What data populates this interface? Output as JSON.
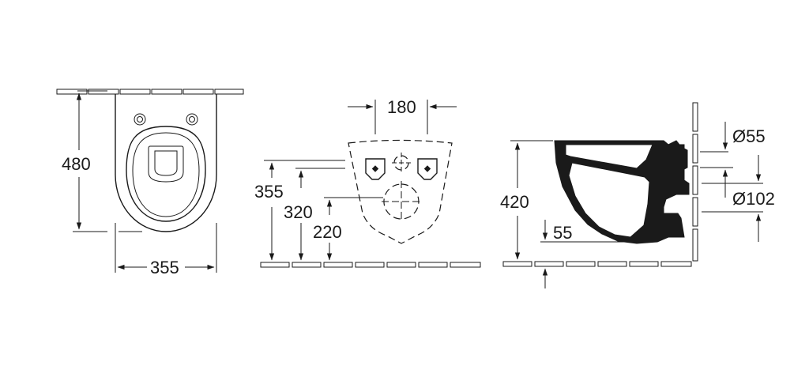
{
  "dimensions": {
    "top_view_depth": "480",
    "top_view_width": "355",
    "front_hole_spacing": "180",
    "front_height_upper": "355",
    "front_height_mid": "320",
    "front_height_lower": "220",
    "side_rim_height": "420",
    "side_outlet_height": "55",
    "side_inlet_diameter": "Ø55",
    "side_outlet_diameter": "Ø102"
  }
}
